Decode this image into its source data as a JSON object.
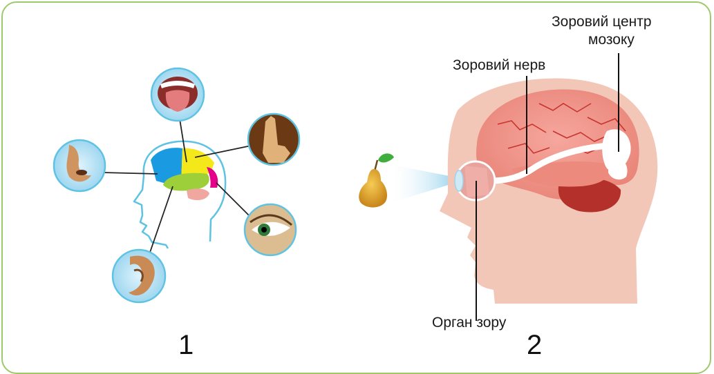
{
  "figure1": {
    "number": "1",
    "organs": [
      {
        "name": "tongue"
      },
      {
        "name": "finger"
      },
      {
        "name": "nose"
      },
      {
        "name": "eye"
      },
      {
        "name": "ear"
      }
    ]
  },
  "figure2": {
    "number": "2",
    "labels": {
      "visual_center_line1": "Зоровий центр",
      "visual_center_line2": "мозоку",
      "optic_nerve": "Зоровий нерв",
      "organ_of_vision": "Орган зору"
    }
  }
}
